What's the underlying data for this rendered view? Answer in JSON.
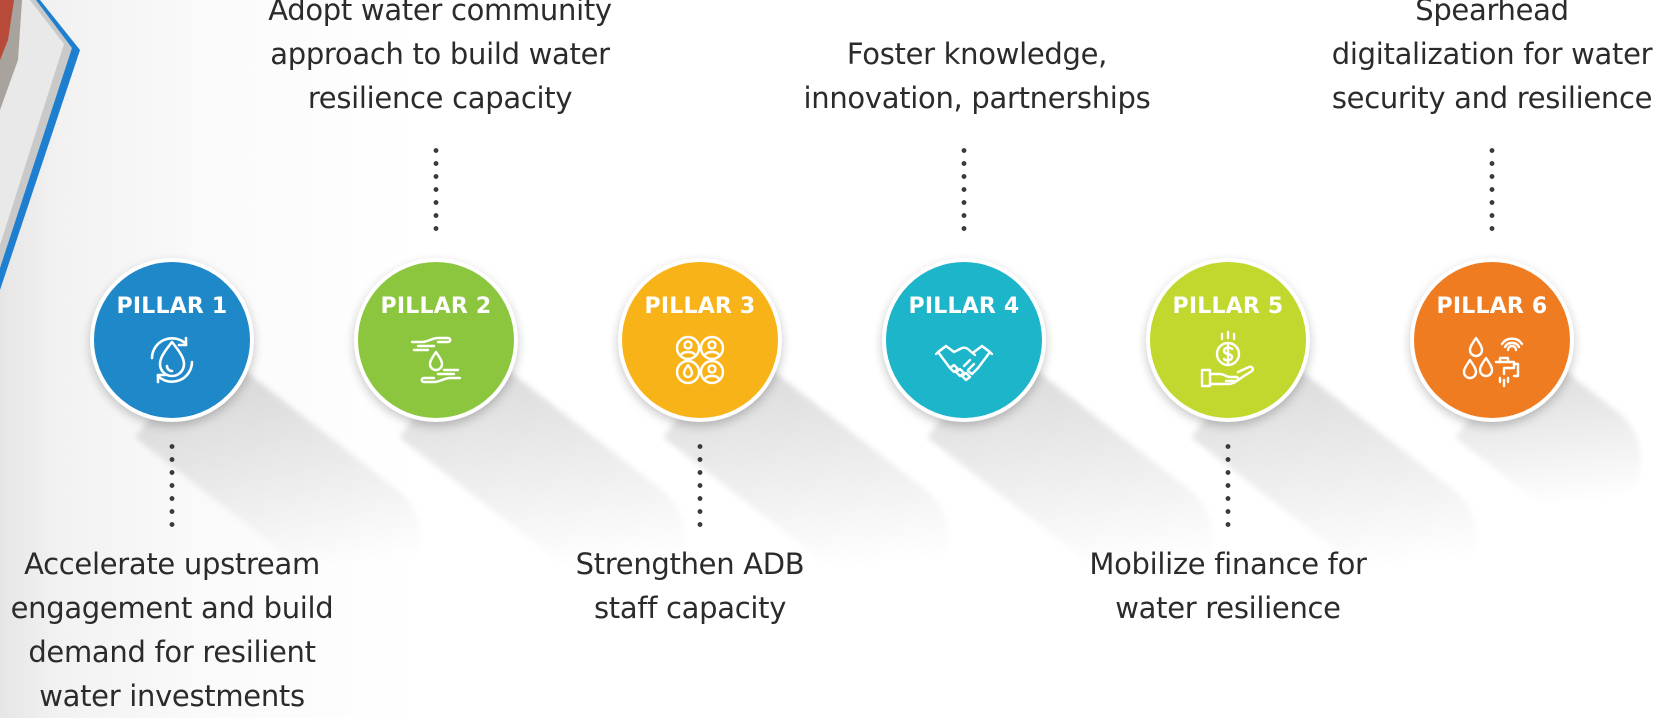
{
  "pillars": [
    {
      "title": "PILLAR 1",
      "color": "#1e88c9",
      "icon": "water-cycle-icon",
      "description": [
        "Accelerate upstream",
        "engagement and build",
        "demand for resilient",
        "water investments"
      ],
      "description_position": "bottom"
    },
    {
      "title": "PILLAR 2",
      "color": "#8cc63f",
      "icon": "hands-water-drop-icon",
      "description": [
        "Adopt water community",
        "approach to build water",
        "resilience capacity"
      ],
      "description_position": "top"
    },
    {
      "title": "PILLAR 3",
      "color": "#f8b318",
      "icon": "people-network-icon",
      "description": [
        "Strengthen ADB",
        "staff capacity"
      ],
      "description_position": "bottom"
    },
    {
      "title": "PILLAR 4",
      "color": "#1cb5c9",
      "icon": "handshake-icon",
      "description": [
        "Foster knowledge,",
        "innovation, partnerships"
      ],
      "description_position": "top"
    },
    {
      "title": "PILLAR 5",
      "color": "#c3d82e",
      "icon": "hand-coin-icon",
      "description": [
        "Mobilize finance for",
        "water resilience"
      ],
      "description_position": "bottom"
    },
    {
      "title": "PILLAR 6",
      "color": "#f07c22",
      "icon": "smart-water-tap-icon",
      "description": [
        "Spearhead",
        "digitalization for water",
        "security and resilience"
      ],
      "description_position": "top"
    }
  ]
}
